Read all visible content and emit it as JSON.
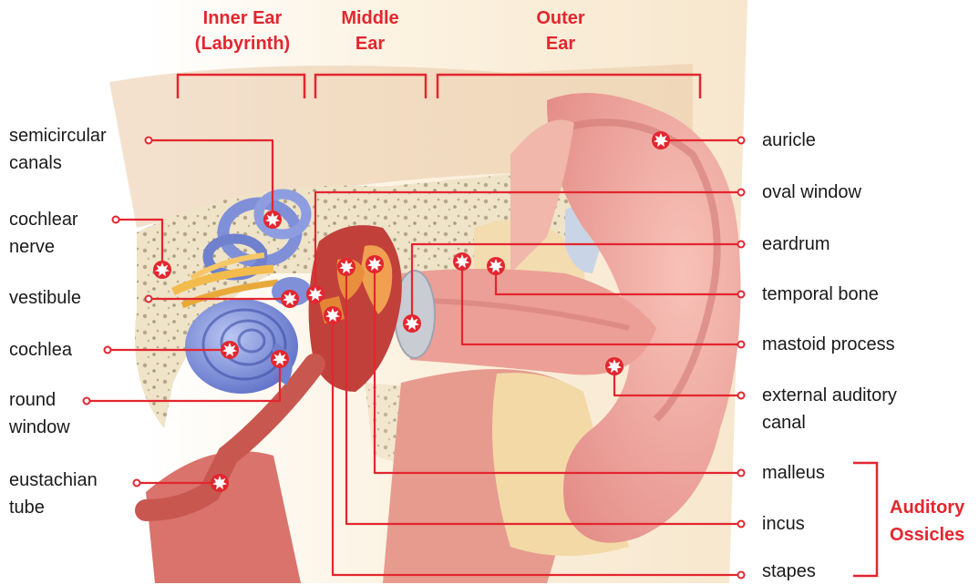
{
  "regions": {
    "inner_line1": "Inner Ear",
    "inner_line2": "(Labyrinth)",
    "middle_line1": "Middle",
    "middle_line2": "Ear",
    "outer_line1": "Outer",
    "outer_line2": "Ear"
  },
  "left_labels": {
    "semicircular_1": "semicircular",
    "semicircular_2": "canals",
    "cochlear_nerve_1": "cochlear",
    "cochlear_nerve_2": "nerve",
    "vestibule": "vestibule",
    "cochlea": "cochlea",
    "round_window_1": "round",
    "round_window_2": "window",
    "eustachian_1": "eustachian",
    "eustachian_2": "tube"
  },
  "right_labels": {
    "auricle": "auricle",
    "oval_window": "oval window",
    "eardrum": "eardrum",
    "temporal_bone": "temporal bone",
    "mastoid_process": "mastoid process",
    "external_canal_1": "external auditory",
    "external_canal_2": "canal",
    "malleus": "malleus",
    "incus": "incus",
    "stapes": "stapes"
  },
  "group_label": {
    "line1": "Auditory",
    "line2": "Ossicles"
  },
  "colors": {
    "accent": "#e3262f",
    "label_text": "#1a1a1a",
    "skin": "#eea59f",
    "bone": "#f3dcb0",
    "labyrinth": "#7f90d8"
  }
}
